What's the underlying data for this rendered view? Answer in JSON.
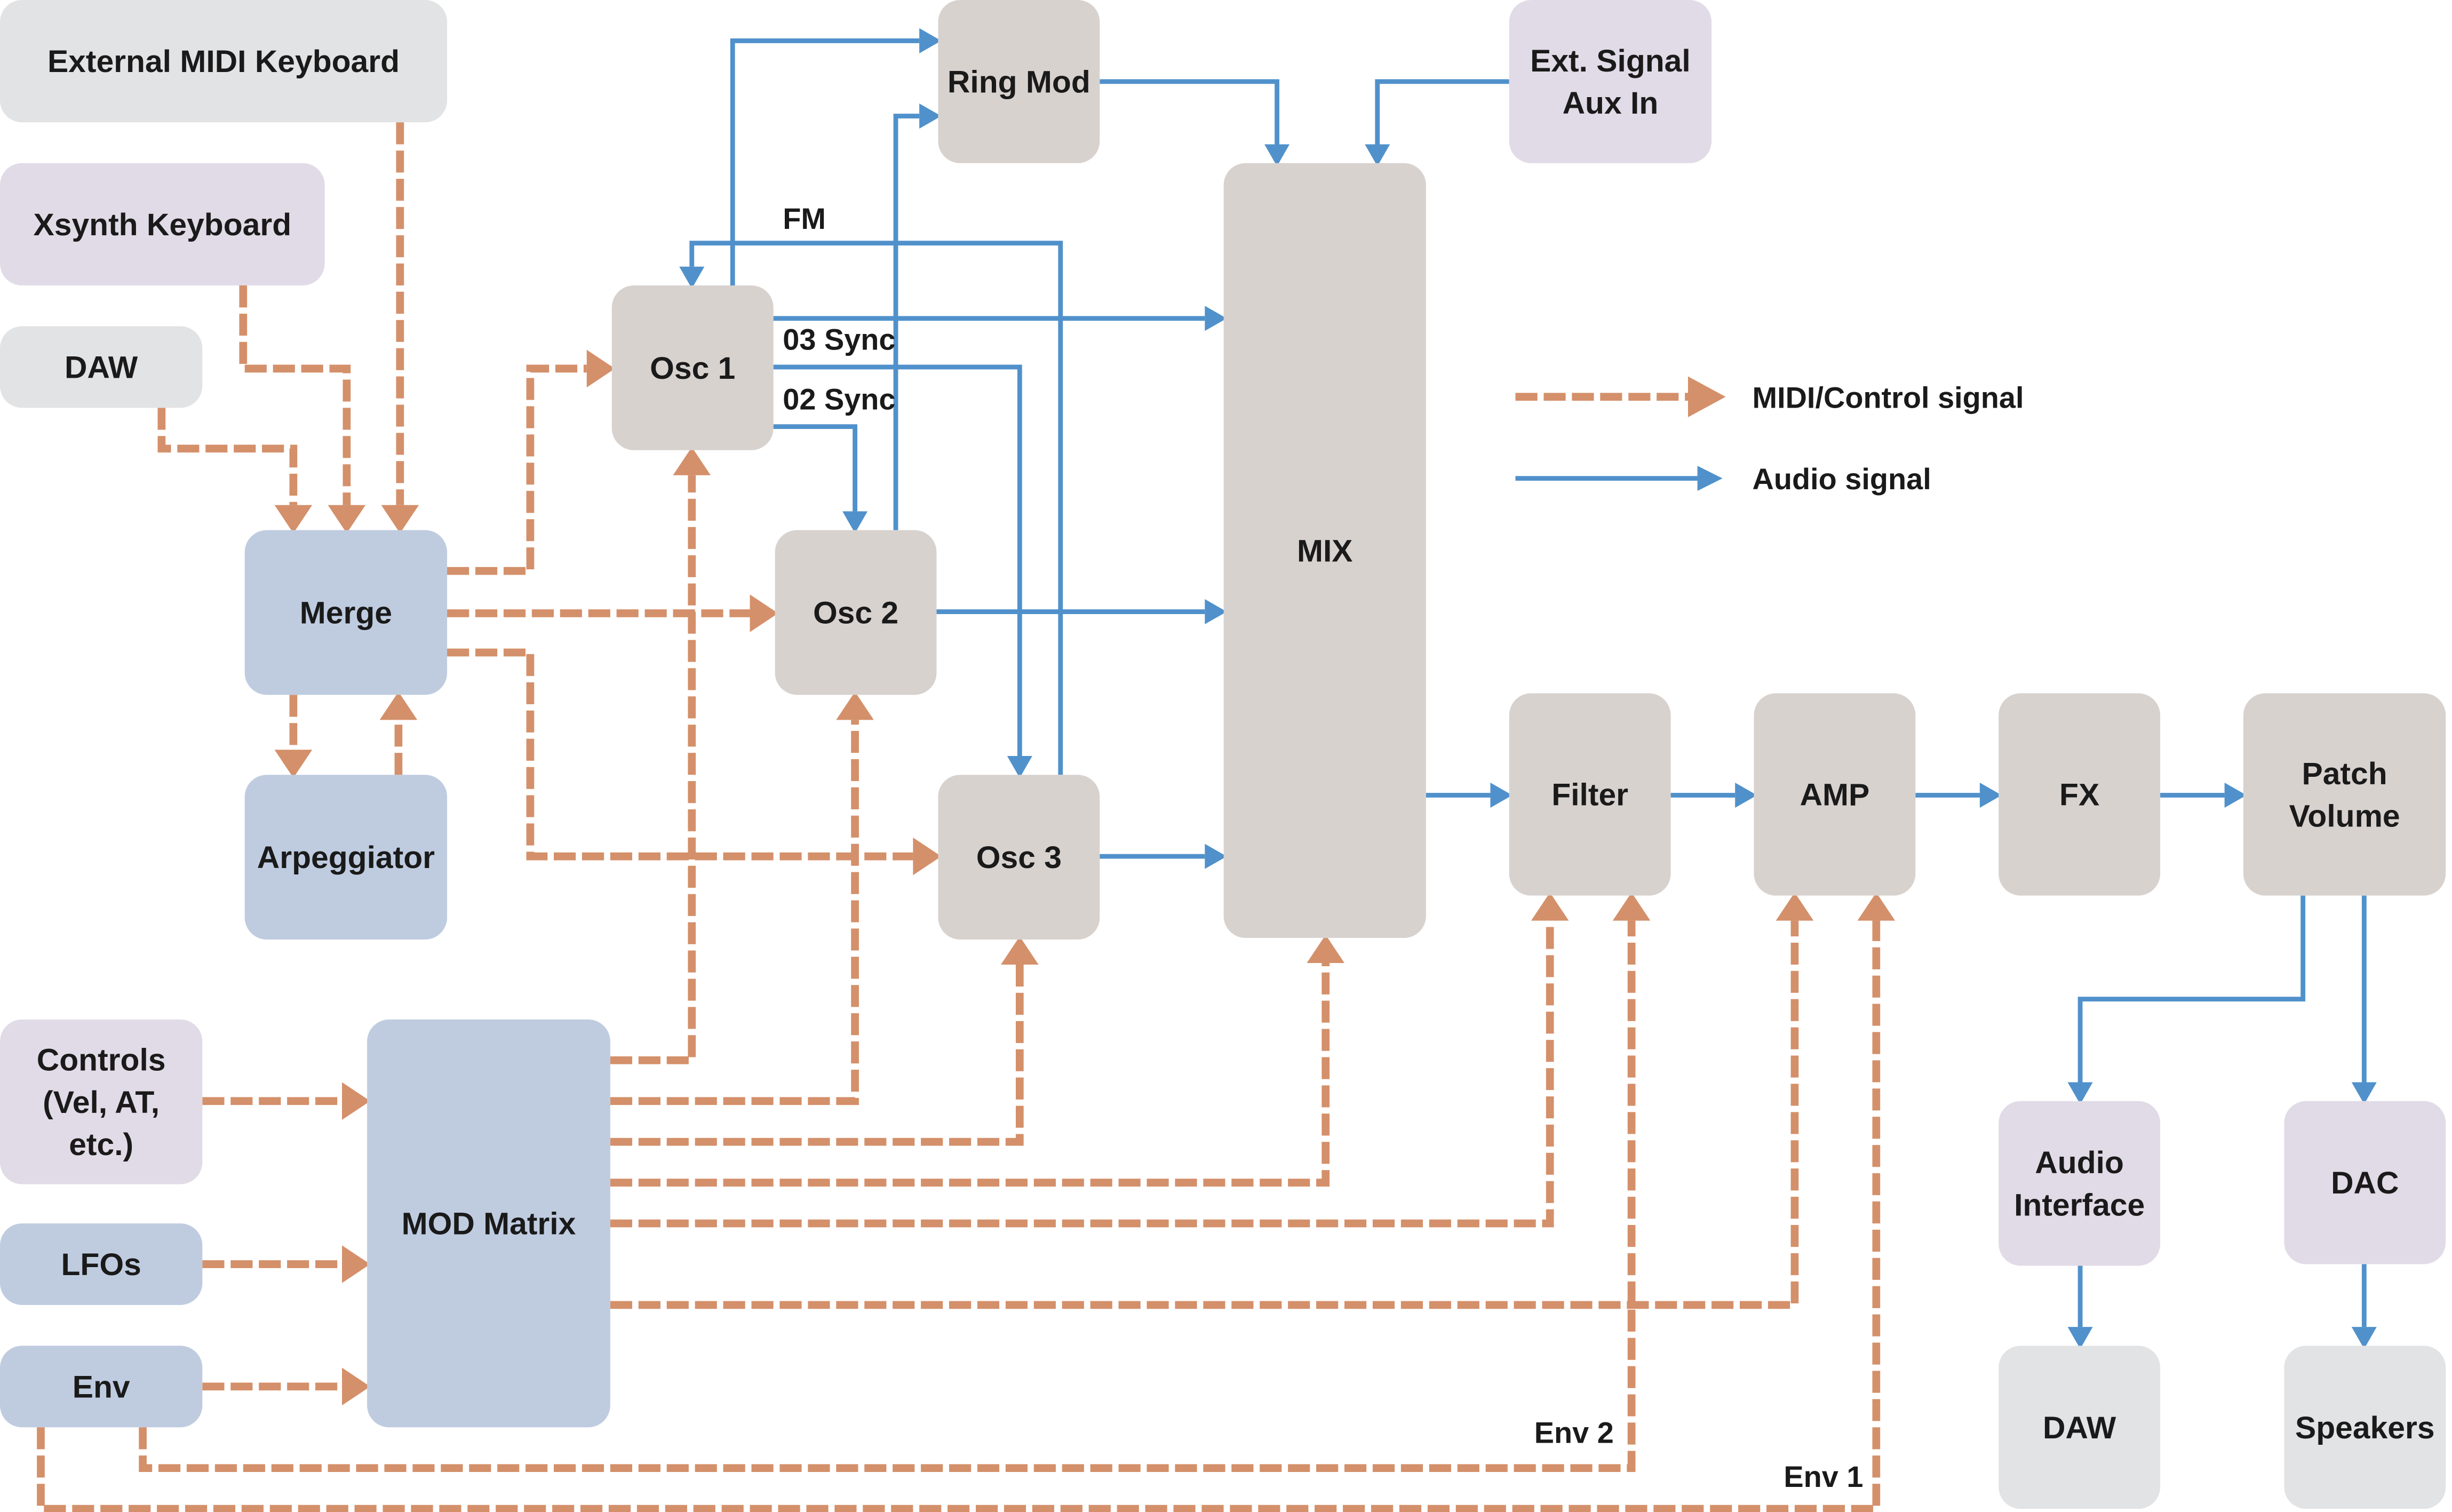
{
  "title": "Synthesizer signal flow block diagram",
  "colors": {
    "midi_control": "#d4906a",
    "audio": "#5091cb",
    "node_grey": "#e2e3e5",
    "node_lavender": "#e1dbe7",
    "node_blue": "#bfcce0",
    "node_taupe": "#d8d2cf"
  },
  "legend": {
    "midi_label": "MIDI/Control signal",
    "audio_label": "Audio signal"
  },
  "nodes": {
    "ext_midi": {
      "label": [
        "External MIDI Keyboard"
      ],
      "kind": "grey"
    },
    "xsynth_kb": {
      "label": [
        "Xsynth Keyboard"
      ],
      "kind": "lavender"
    },
    "daw_in": {
      "label": [
        "DAW"
      ],
      "kind": "grey"
    },
    "merge": {
      "label": [
        "Merge"
      ],
      "kind": "blue"
    },
    "arp": {
      "label": [
        "Arpeggiator"
      ],
      "kind": "blue"
    },
    "controls": {
      "label": [
        "Controls",
        "(Vel, AT,",
        "etc.)"
      ],
      "kind": "lavender"
    },
    "lfos": {
      "label": [
        "LFOs"
      ],
      "kind": "blue"
    },
    "env": {
      "label": [
        "Env"
      ],
      "kind": "blue"
    },
    "mod_matrix": {
      "label": [
        "MOD Matrix"
      ],
      "kind": "blue"
    },
    "osc1": {
      "label": [
        "Osc 1"
      ],
      "kind": "taupe"
    },
    "osc2": {
      "label": [
        "Osc 2"
      ],
      "kind": "taupe"
    },
    "osc3": {
      "label": [
        "Osc 3"
      ],
      "kind": "taupe"
    },
    "ring_mod": {
      "label": [
        "Ring Mod"
      ],
      "kind": "taupe"
    },
    "ext_signal": {
      "label": [
        "Ext. Signal",
        "Aux In"
      ],
      "kind": "lavender"
    },
    "mix": {
      "label": [
        "MIX"
      ],
      "kind": "taupe"
    },
    "filter": {
      "label": [
        "Filter"
      ],
      "kind": "taupe"
    },
    "amp": {
      "label": [
        "AMP"
      ],
      "kind": "taupe"
    },
    "fx": {
      "label": [
        "FX"
      ],
      "kind": "taupe"
    },
    "patch_volume": {
      "label": [
        "Patch",
        "Volume"
      ],
      "kind": "taupe"
    },
    "audio_interface": {
      "label": [
        "Audio",
        "Interface"
      ],
      "kind": "lavender"
    },
    "dac": {
      "label": [
        "DAC"
      ],
      "kind": "lavender"
    },
    "daw_out": {
      "label": [
        "DAW"
      ],
      "kind": "grey"
    },
    "speakers": {
      "label": [
        "Speakers"
      ],
      "kind": "grey"
    }
  },
  "edge_labels": {
    "fm": "FM",
    "o3_sync": "03 Sync",
    "o2_sync": "02 Sync",
    "env2": "Env 2",
    "env1": "Env 1"
  }
}
